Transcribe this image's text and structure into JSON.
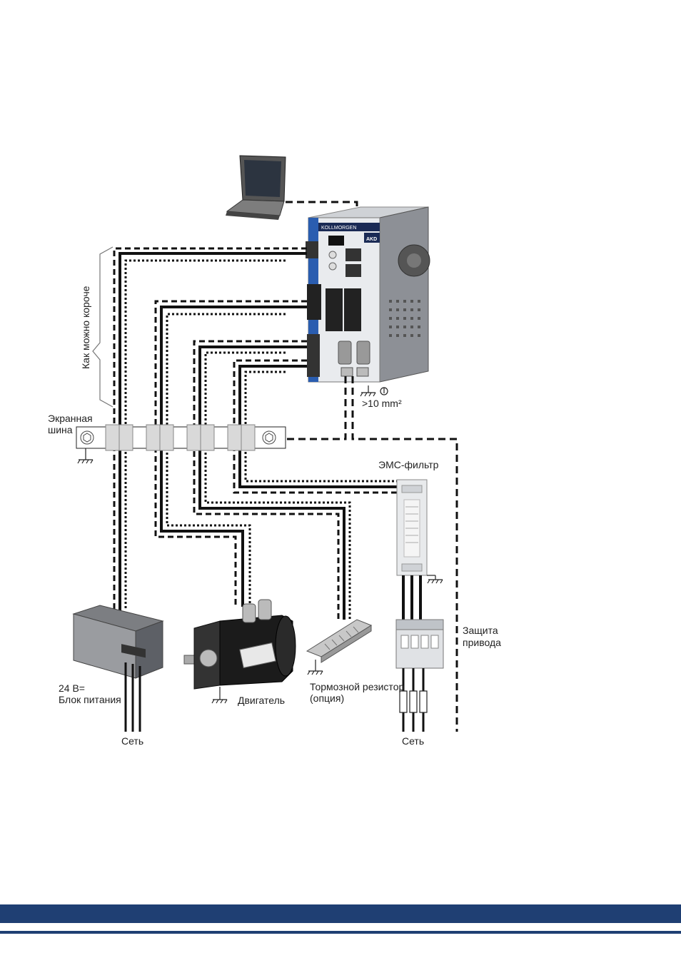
{
  "labels": {
    "short_as_possible": "Как можно короче",
    "shield_bus_1": "Экранная",
    "shield_bus_2": "шина",
    "emc_filter": "ЭМС-фильтр",
    "drive_protection_1": "Защита",
    "drive_protection_2": "привода",
    "psu_1": "24 В=",
    "psu_2": "Блок питания",
    "motor": "Двигатель",
    "brake_resistor_1": "Тормозной резистор",
    "brake_resistor_2": "(опция)",
    "mains_left": "Сеть",
    "mains_right": "Сеть",
    "ground_cross_section": ">10 mm²"
  },
  "drive": {
    "brand": "KOLLMORGEN",
    "model": "AKD"
  },
  "colors": {
    "footer_band": "#1f3f73",
    "footer_line": "#1f3f73",
    "drive_blue": "#2a5db0",
    "clamp_gray": "#d9d9d9",
    "line": "#111111"
  }
}
